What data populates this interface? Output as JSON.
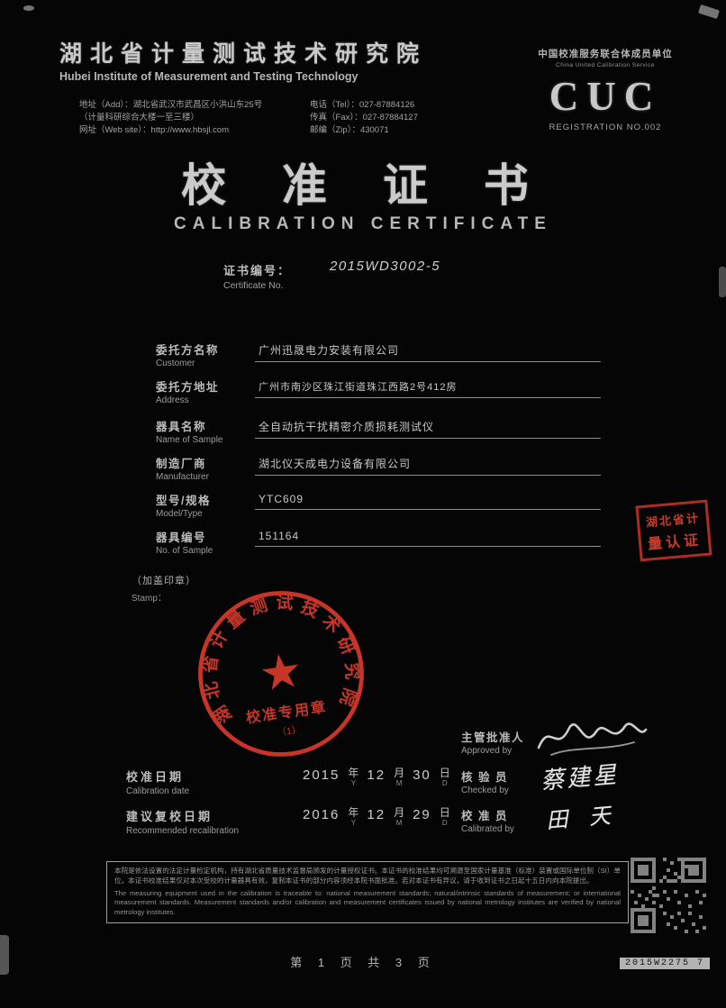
{
  "colors": {
    "seal_red": "#d5392b"
  },
  "header": {
    "institute_cn": "湖北省计量测试技术研究院",
    "institute_en": "Hubei Institute of Measurement and Testing Technology",
    "contact_left": [
      "地址（Add）：湖北省武汉市武昌区小洪山东25号",
      "（计量科研综合大楼一至三楼）",
      "网址（Web site）：http://www.hbsjl.com"
    ],
    "contact_right": [
      "电话（Tel）：027-87884126",
      "传真（Fax）：027-87884127",
      "邮编（Zip）：430071"
    ],
    "cuc_member_cn": "中国校准服务联合体成员单位",
    "cuc_member_en": "China United Calibration Service",
    "cuc_logo": "CUC",
    "cuc_registration": "REGISTRATION NO.002"
  },
  "title": {
    "cn": "校 准 证 书",
    "en": "CALIBRATION CERTIFICATE"
  },
  "certificate": {
    "label_cn": "证书编号：",
    "label_en": "Certificate No.",
    "number": "2015WD3002-5"
  },
  "fields": [
    {
      "label_cn": "委托方名称",
      "label_en": "Customer",
      "value": "广州迅晟电力安装有限公司"
    },
    {
      "label_cn": "委托方地址",
      "label_en": "Address",
      "value": "广州市南沙区珠江街道珠江西路2号412房"
    },
    {
      "label_cn": "器具名称",
      "label_en": "Name of Sample",
      "value": "全自动抗干扰精密介质损耗测试仪"
    },
    {
      "label_cn": "制造厂商",
      "label_en": "Manufacturer",
      "value": "湖北仪天成电力设备有限公司"
    },
    {
      "label_cn": "型号/规格",
      "label_en": "Model/Type",
      "value": "YTC609"
    },
    {
      "label_cn": "器具编号",
      "label_en": "No. of Sample",
      "value": "151164"
    }
  ],
  "stamp_note": {
    "cn": "（加盖印章）",
    "en": "Stamp："
  },
  "round_seal": {
    "ring_text": "湖北省计量测试技术研究院",
    "center_label": "校准专用章",
    "index_label": "（1）"
  },
  "corner_seal": {
    "line1": "湖北省计",
    "line2": "量认证"
  },
  "signoff": [
    {
      "label_cn": "主管批准人",
      "label_en": "Approved by"
    },
    {
      "label_cn": "核 验 员",
      "label_en": "Checked by",
      "signature": "蔡建星"
    },
    {
      "label_cn": "校 准 员",
      "label_en": "Calibrated by",
      "signature": "田 天"
    }
  ],
  "dates": [
    {
      "label_cn": "校准日期",
      "label_en": "Calibration date",
      "year": "2015",
      "month": "12",
      "day": "30"
    },
    {
      "label_cn": "建议复校日期",
      "label_en": "Recommended recalibration",
      "year": "2016",
      "month": "12",
      "day": "29"
    }
  ],
  "date_units": {
    "year_cn": "年",
    "year_en": "Y",
    "month_cn": "月",
    "month_en": "M",
    "day_cn": "日",
    "day_en": "D"
  },
  "notice": {
    "cn": "本院是依法设置的法定计量检定机构，持有湖北省质量技术监督局颁发的计量授权证书。本证书的校准结果均可溯源至国家计量基准（标准）装置或国际单位制（SI）单位。本证书校准结果仅对本次受校的计量器具有效，复制本证书的部分内容须经本院书面批准。若对本证书有异议，请于收到证书之日起十五日内向本院提出。",
    "en": "The measuring equipment used in the calibration is traceable to: national measurement standards; natural/intrinsic standards of measurement; or international measurement standards. Measurement standards and/or calibration and measurement certificates issued by national metrology institutes are verified by national metrology institutes."
  },
  "footer": {
    "page_info": "第 1 页  共 3 页",
    "code": "2015W2275  7"
  }
}
